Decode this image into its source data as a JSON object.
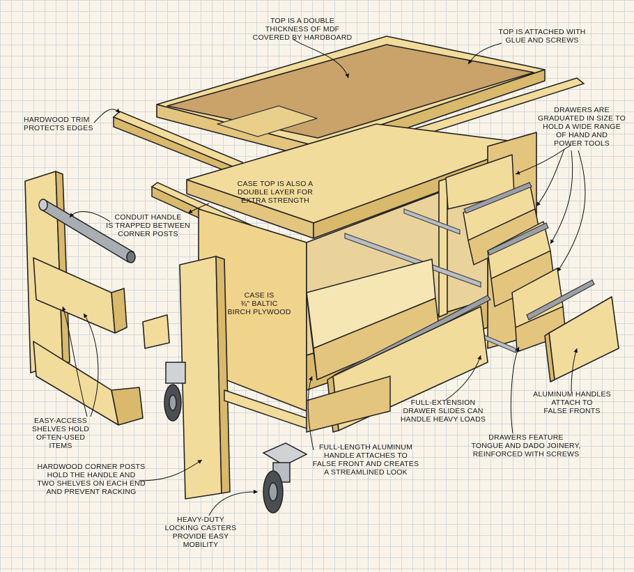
{
  "colors": {
    "grid": "#cfd8dc",
    "paper": "#faf4e8",
    "plywood": "#f2dc9c",
    "plywood_dark": "#d9b96b",
    "mdf": "#c9a36a",
    "metal": "#9aa0a6",
    "outline": "#222222"
  },
  "labels": {
    "top_mdf": [
      "TOP IS A DOUBLE",
      "THICKNESS OF MDF",
      "COVERED BY HARDBOARD"
    ],
    "top_glue": [
      "TOP IS ATTACHED WITH",
      "GLUE AND SCREWS"
    ],
    "hardwood_trim": [
      "HARDWOOD TRIM",
      "PROTECTS EDGES"
    ],
    "drawers_graduated": [
      "DRAWERS ARE",
      "GRADUATED IN SIZE TO",
      "HOLD A WIDE RANGE",
      "OF HAND AND",
      "POWER TOOLS"
    ],
    "case_top": [
      "CASE TOP IS ALSO A",
      "DOUBLE LAYER FOR",
      "EXTRA STRENGTH"
    ],
    "conduit_handle": [
      "CONDUIT HANDLE",
      "IS TRAPPED BETWEEN",
      "CORNER POSTS"
    ],
    "case_is": [
      "CASE IS",
      "¾\" BALTIC",
      "BIRCH PLYWOOD"
    ],
    "easy_access": [
      "EASY-ACCESS",
      "SHELVES HOLD",
      "OFTEN-USED",
      "ITEMS"
    ],
    "aluminum_handles": [
      "ALUMINUM HANDLES",
      "ATTACH TO",
      "FALSE FRONTS"
    ],
    "full_extension": [
      "FULL-EXTENSION",
      "DRAWER SLIDES CAN",
      "HANDLE HEAVY LOADS"
    ],
    "corner_posts": [
      "HARDWOOD CORNER POSTS",
      "HOLD THE HANDLE AND",
      "TWO SHELVES ON EACH END",
      "AND PREVENT RACKING"
    ],
    "full_length_handle": [
      "FULL-LENGTH ALUMINUM",
      "HANDLE ATTACHES TO",
      "FALSE FRONT AND CREATES",
      "A STREAMLINED LOOK"
    ],
    "drawers_feature": [
      "DRAWERS FEATURE",
      "TONGUE AND DADO JOINERY,",
      "REINFORCED WITH SCREWS"
    ],
    "casters": [
      "HEAVY-DUTY",
      "LOCKING CASTERS",
      "PROVIDE EASY",
      "MOBILITY"
    ]
  }
}
